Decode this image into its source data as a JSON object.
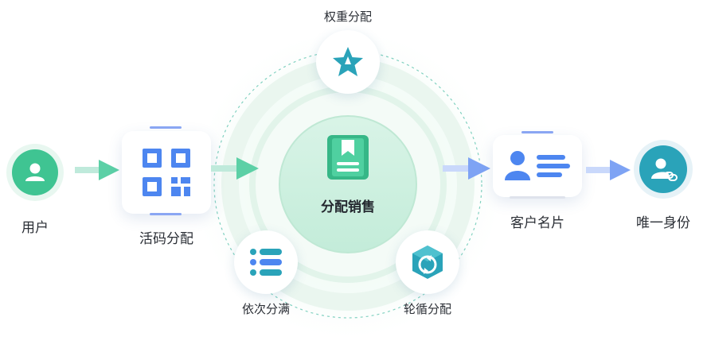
{
  "nodes": {
    "user": "用户",
    "qr": "活码分配",
    "center": "分配销售",
    "weight": "权重分配",
    "sequence": "依次分满",
    "round": "轮循分配",
    "card": "客户名片",
    "identity": "唯一身份"
  },
  "colors": {
    "green": "#2ec98e",
    "blue": "#4d86f0",
    "teal": "#2aa3b9",
    "ring": "#cdebdc"
  }
}
